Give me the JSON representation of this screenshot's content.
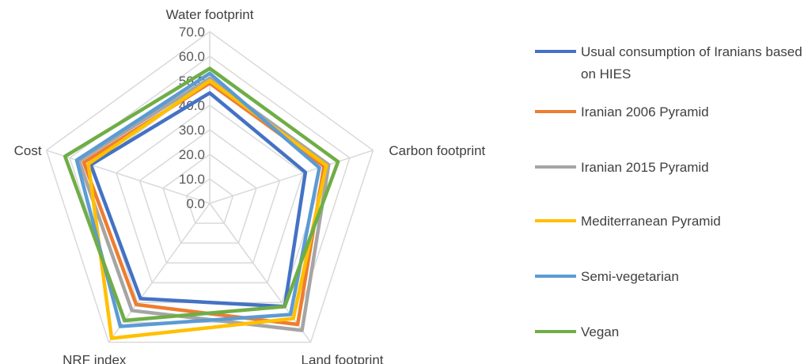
{
  "chart_data": {
    "type": "radar",
    "axes": [
      "Water footprint",
      "Carbon footprint",
      "Land footprint",
      "NRF index",
      "Cost"
    ],
    "r_ticks": [
      "0.0",
      "10.0",
      "20.0",
      "30.0",
      "40.0",
      "50.0",
      "60.0",
      "70.0"
    ],
    "rlim": [
      0,
      70
    ],
    "grid": true,
    "legend_position": "right",
    "series": [
      {
        "name": "Usual consumption of Iranians based on HIES",
        "color": "#4472C4",
        "values": [
          45,
          41,
          52,
          48,
          51
        ]
      },
      {
        "name": "Iranian 2006 Pyramid",
        "color": "#ED7D31",
        "values": [
          49,
          49,
          61,
          51,
          54
        ]
      },
      {
        "name": "Iranian 2015 Pyramid",
        "color": "#A5A5A5",
        "values": [
          51,
          51,
          64,
          54,
          56
        ]
      },
      {
        "name": "Mediterranean Pyramid",
        "color": "#FFC000",
        "values": [
          50,
          50,
          58,
          68,
          52
        ]
      },
      {
        "name": "Semi-vegetarian",
        "color": "#5B9BD5",
        "values": [
          53,
          47,
          56,
          62,
          57
        ]
      },
      {
        "name": "Vegan",
        "color": "#70AD47",
        "values": [
          55,
          55,
          52,
          59,
          62
        ]
      }
    ]
  }
}
